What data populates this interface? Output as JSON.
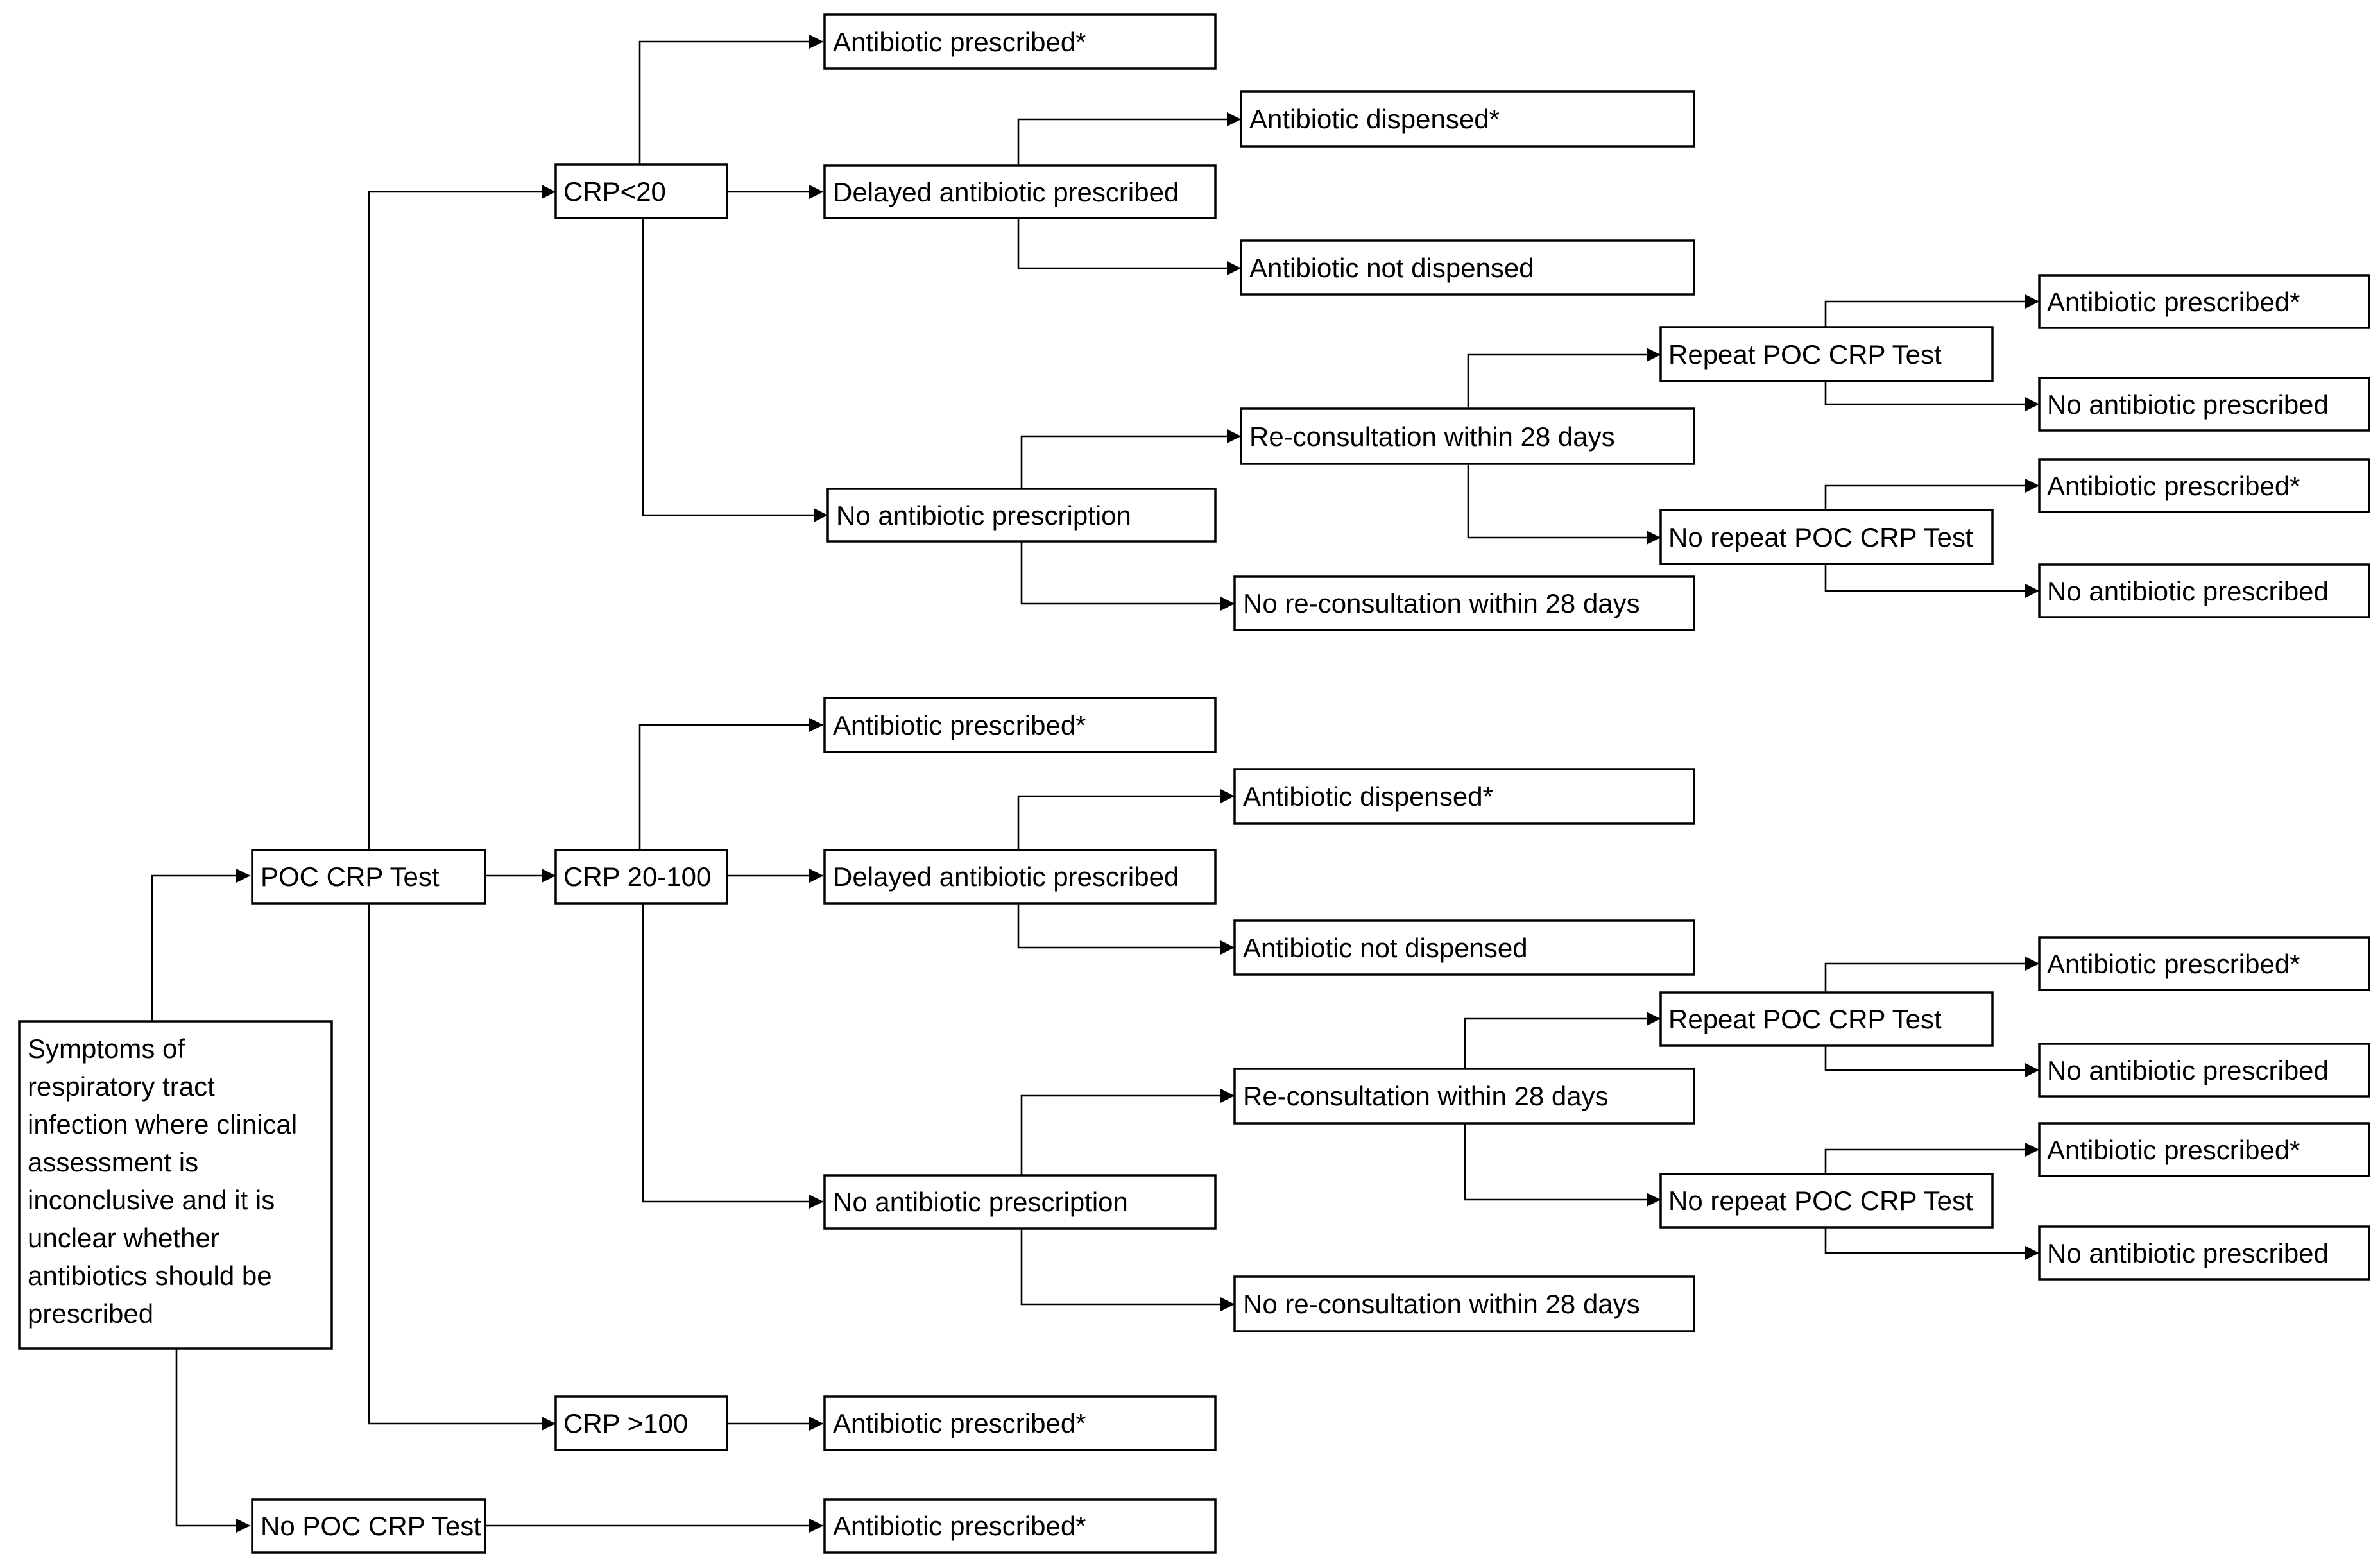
{
  "diagram": {
    "root": {
      "lines": [
        "Symptoms of",
        "respiratory tract",
        "infection where clinical",
        "assessment is",
        "inconclusive and it is",
        "unclear whether",
        "antibiotics should be",
        "prescribed"
      ]
    },
    "poc_test": "POC CRP Test",
    "no_poc_test": "No POC CRP Test",
    "crp_lt20": "CRP<20",
    "crp_20_100": "CRP 20-100",
    "crp_gt100": "CRP >100",
    "labels": {
      "antibiotic_prescribed": "Antibiotic prescribed*",
      "delayed_prescribed": "Delayed antibiotic prescribed",
      "antibiotic_dispensed": "Antibiotic dispensed*",
      "antibiotic_not_dispensed": "Antibiotic not dispensed",
      "no_antibiotic_prescription": "No antibiotic prescription",
      "reconsultation": "Re-consultation within 28 days",
      "no_reconsultation": "No re-consultation within 28 days",
      "repeat_test": "Repeat POC CRP Test",
      "no_repeat_test": "No repeat POC CRP Test",
      "no_antibiotic_prescribed": "No antibiotic prescribed"
    }
  }
}
